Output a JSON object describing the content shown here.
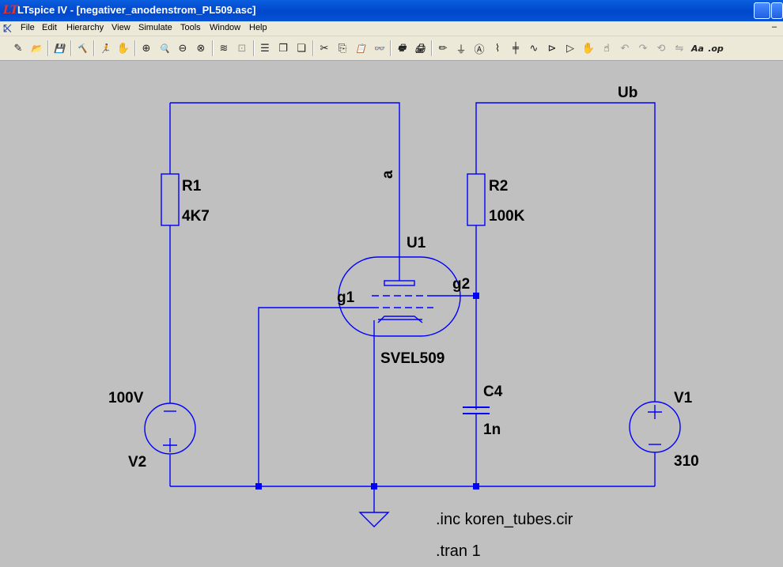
{
  "window": {
    "title": "LTspice IV - [negativer_anodenstrom_PL509.asc]"
  },
  "menu": [
    "File",
    "Edit",
    "Hierarchy",
    "View",
    "Simulate",
    "Tools",
    "Window",
    "Help"
  ],
  "toolbar": {
    "icons": [
      {
        "name": "new-schematic-icon",
        "glyph": "✎",
        "dim": false
      },
      {
        "name": "open-icon",
        "glyph": "📂",
        "dim": false
      },
      {
        "name": "save-icon",
        "glyph": "💾",
        "dim": false
      },
      {
        "name": "control-panel-icon",
        "glyph": "🔨",
        "dim": false
      },
      {
        "name": "run-icon",
        "glyph": "🏃",
        "dim": false
      },
      {
        "name": "halt-icon",
        "glyph": "✋",
        "dim": true
      },
      {
        "name": "zoom-in-icon",
        "glyph": "⊕",
        "dim": false
      },
      {
        "name": "zoom-pan-icon",
        "glyph": "🔍",
        "dim": true
      },
      {
        "name": "zoom-out-icon",
        "glyph": "⊖",
        "dim": false
      },
      {
        "name": "zoom-fit-icon",
        "glyph": "⊗",
        "dim": false
      },
      {
        "name": "waveform-icon",
        "glyph": "≋",
        "dim": false
      },
      {
        "name": "autoscale-icon",
        "glyph": "⊡",
        "dim": true
      },
      {
        "name": "tile-horizontal-icon",
        "glyph": "☰",
        "dim": false
      },
      {
        "name": "cascade-icon",
        "glyph": "❐",
        "dim": false
      },
      {
        "name": "tile-vertical-icon",
        "glyph": "❏",
        "dim": false
      },
      {
        "name": "cut-icon",
        "glyph": "✂",
        "dim": false
      },
      {
        "name": "copy-icon",
        "glyph": "⎘",
        "dim": false
      },
      {
        "name": "paste-icon",
        "glyph": "📋",
        "dim": false
      },
      {
        "name": "find-icon",
        "glyph": "👓",
        "dim": false
      },
      {
        "name": "print-setup-icon",
        "glyph": "🖶",
        "dim": false
      },
      {
        "name": "print-icon",
        "glyph": "🖨",
        "dim": false
      },
      {
        "name": "draw-wire-icon",
        "glyph": "✏",
        "dim": false
      },
      {
        "name": "ground-icon",
        "glyph": "⏚",
        "dim": false
      },
      {
        "name": "label-net-icon",
        "glyph": "Ⓐ",
        "dim": false
      },
      {
        "name": "resistor-icon",
        "glyph": "⌇",
        "dim": false
      },
      {
        "name": "capacitor-icon",
        "glyph": "╪",
        "dim": false
      },
      {
        "name": "inductor-icon",
        "glyph": "∿",
        "dim": false
      },
      {
        "name": "diode-icon",
        "glyph": "⊳",
        "dim": false
      },
      {
        "name": "component-icon",
        "glyph": "▷",
        "dim": false
      },
      {
        "name": "move-icon",
        "glyph": "✋",
        "dim": false
      },
      {
        "name": "drag-icon",
        "glyph": "☝",
        "dim": false
      },
      {
        "name": "undo-icon",
        "glyph": "↶",
        "dim": true
      },
      {
        "name": "redo-icon",
        "glyph": "↷",
        "dim": true
      },
      {
        "name": "rotate-icon",
        "glyph": "⟲",
        "dim": true
      },
      {
        "name": "mirror-icon",
        "glyph": "⇋",
        "dim": true
      },
      {
        "name": "text-icon",
        "glyph": "Aa",
        "dim": false
      },
      {
        "name": "spice-directive-icon",
        "glyph": ".op",
        "dim": false
      }
    ]
  },
  "schematic": {
    "colors": {
      "wire": "#0000ff",
      "junction": "#0000ff",
      "component": "#0000ff",
      "background": "#c0c0c0"
    },
    "labels": {
      "ub": "Ub",
      "anode": "a",
      "r1_name": "R1",
      "r1_value": "4K7",
      "r2_name": "R2",
      "r2_value": "100K",
      "u1_name": "U1",
      "u1_value": "SVEL509",
      "g1": "g1",
      "g2": "g2",
      "c4_name": "C4",
      "c4_value": "1n",
      "v1_name": "V1",
      "v1_value": "310",
      "v2_name": "V2",
      "v2_value": "100V"
    },
    "directives": [
      ".inc koren_tubes.cir",
      ".tran 1"
    ]
  }
}
